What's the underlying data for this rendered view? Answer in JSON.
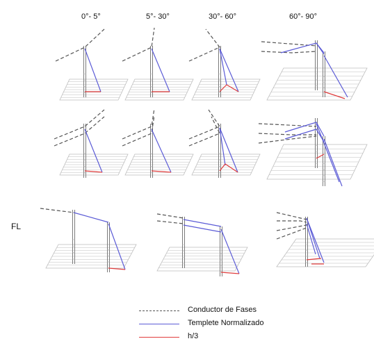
{
  "columns": [
    "0°- 5°",
    "5°- 30°",
    "30°- 60°",
    "60°- 90°"
  ],
  "row3_label": "FL",
  "legend": [
    {
      "label": "Conductor de Fases",
      "style": "dashed",
      "color": "#555555"
    },
    {
      "label": "Templete Normalizado",
      "style": "solid",
      "color": "#5b5bd6"
    },
    {
      "label": "h/3",
      "style": "solid",
      "color": "#e03c3c"
    }
  ],
  "colors": {
    "pole": "#7a7a7a",
    "grid": "#bdbdbd",
    "conductor": "#555555",
    "guy": "#5b5bd6",
    "h3": "#e03c3c"
  }
}
